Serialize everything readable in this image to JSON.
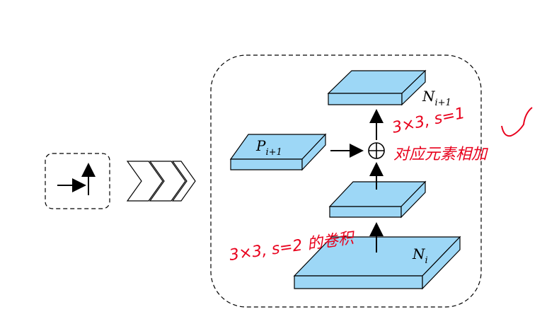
{
  "labels": {
    "p": {
      "base": "P",
      "sub": "i+1"
    },
    "n_top": {
      "base": "N",
      "sub": "i+1"
    },
    "n_bottom": {
      "base": "N",
      "sub": "i"
    },
    "operator": "⊕"
  },
  "annotations": {
    "top_line1": "3×3, s=1 ",
    "top_line2": "对应元素相加",
    "bottom": "3×3, s=2 的卷积"
  },
  "colors": {
    "slab_fill": "#9dd7f6",
    "slab_stroke": "#000000",
    "annotation": "#e8001c",
    "dashed_border": "#000000"
  }
}
